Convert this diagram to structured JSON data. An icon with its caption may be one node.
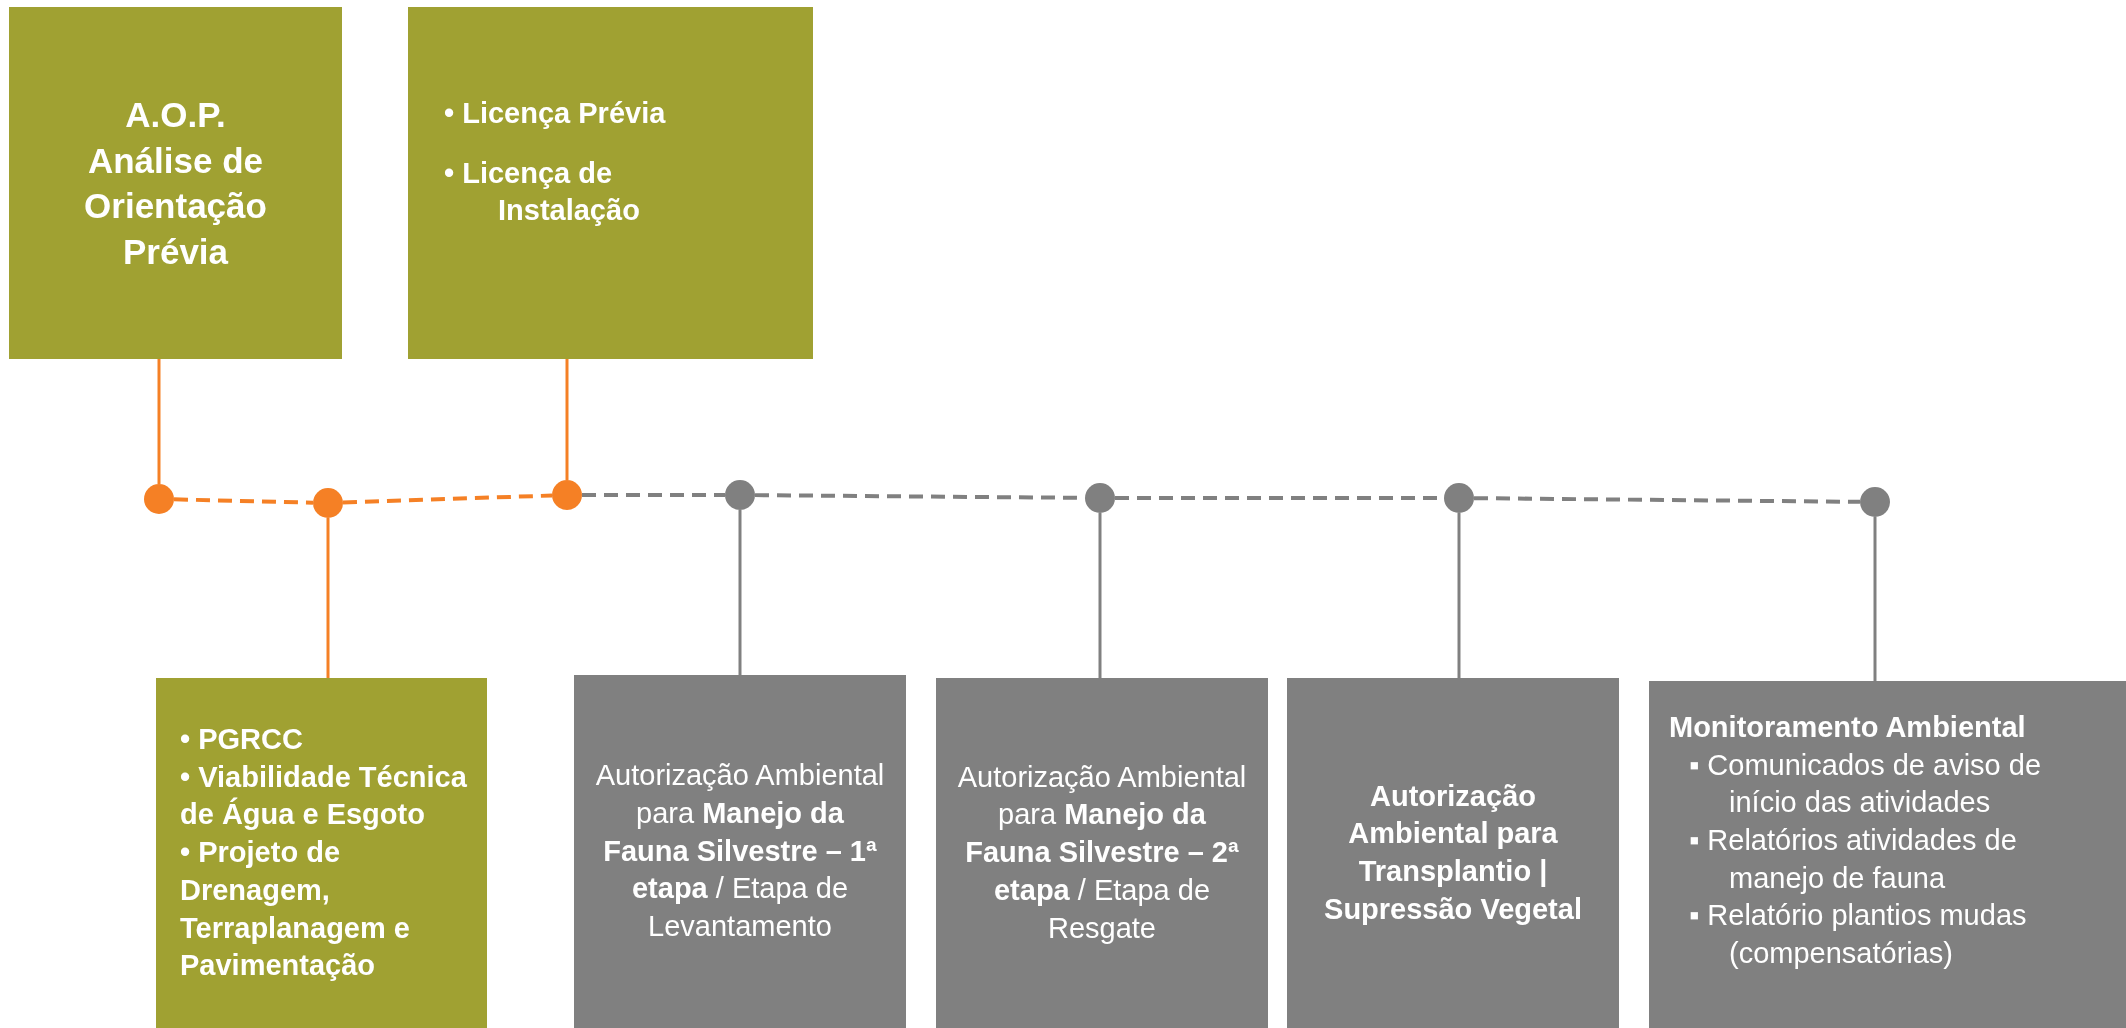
{
  "diagram": {
    "nodes": [
      {
        "text": [
          "A.O.P.",
          "Análise de Orientação Prévia"
        ]
      },
      {
        "text": [
          "• Licença Prévia",
          "• Licença de Instalação"
        ]
      },
      {
        "text": [
          "• PGRCC",
          "• Viabilidade Técnica de Água e Esgoto",
          "• Projeto de Drenagem, Terraplanagem e Pavimentação"
        ]
      },
      {
        "text": [
          "Autorização Ambiental para **Manejo da Fauna Silvestre – 1ª etapa** / Etapa de Levantamento"
        ]
      },
      {
        "text": [
          "Autorização Ambiental para **Manejo da Fauna Silvestre – 2ª etapa** / Etapa de Resgate"
        ]
      },
      {
        "text": [
          "Autorização Ambiental para Transplantio | Supressão Vegetal"
        ]
      },
      {
        "text": [
          "Monitoramento Ambiental",
          "▪ Comunicados de aviso de início das atividades",
          "▪ Relatórios atividades de manejo de fauna",
          "▪ Relatório plantios mudas (compensatórias)"
        ]
      },
      {
        "text": [],
        "shape": "circle"
      },
      {
        "text": [],
        "shape": "circle"
      },
      {
        "text": [],
        "shape": "circle"
      },
      {
        "text": [],
        "shape": "circle"
      },
      {
        "text": [],
        "shape": "circle"
      },
      {
        "text": [],
        "shape": "circle"
      },
      {
        "text": [],
        "shape": "circle"
      }
    ],
    "edges": [
      {
        "from": 0,
        "to": 7,
        "arrow": "none",
        "color": "#f58025"
      },
      {
        "from": 1,
        "to": 9,
        "arrow": "none",
        "color": "#f58025"
      },
      {
        "from": 8,
        "to": 2,
        "arrow": "none",
        "color": "#f58025"
      },
      {
        "from": 10,
        "to": 3,
        "arrow": "none"
      },
      {
        "from": 11,
        "to": 4,
        "arrow": "none"
      },
      {
        "from": 12,
        "to": 5,
        "arrow": "none"
      },
      {
        "from": 13,
        "to": 6,
        "arrow": "none"
      },
      {
        "from": 7,
        "to": 8,
        "arrow": "none",
        "style": "dashed",
        "color": "#f58025"
      },
      {
        "from": 8,
        "to": 9,
        "arrow": "none",
        "style": "dashed",
        "color": "#f58025"
      },
      {
        "from": 9,
        "to": 10,
        "arrow": "none",
        "style": "dashed"
      },
      {
        "from": 10,
        "to": 11,
        "arrow": "none",
        "style": "dashed"
      },
      {
        "from": 11,
        "to": 12,
        "arrow": "none",
        "style": "dashed"
      },
      {
        "from": 12,
        "to": 13,
        "arrow": "none",
        "style": "dashed"
      }
    ]
  }
}
